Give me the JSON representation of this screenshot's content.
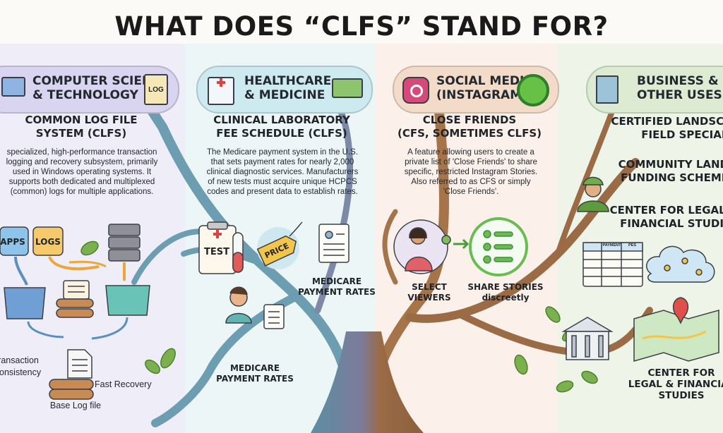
{
  "title": "WHAT DOES “CLFS” STAND FOR?",
  "colors": {
    "cs": "#d9d4ef",
    "health": "#cdeaf0",
    "social": "#f2dbc9",
    "business": "#dcebd2",
    "trunk_left": "#5b8fa3",
    "trunk_right": "#9a6b45"
  },
  "sections": {
    "cs": {
      "category_line1": "COMPUTER SCIENCE",
      "category_line2": "& TECHNOLOGY",
      "icon_badge": "LOG",
      "heading_line1": "COMMON LOG FILE",
      "heading_line2": "SYSTEM (CLFS)",
      "desc": [
        "specialized, high-performance transaction",
        "logging and recovery subsystem, primarily",
        "used in Windows operating systems. It",
        "supports both dedicated and multiplexed",
        "(common) logs for multiple applications."
      ],
      "labels": {
        "apps": "APPS",
        "logs": "LOGS",
        "transaction_line1": "Transaction",
        "transaction_line2": "Consistency",
        "fast_recovery": "Fast Recovery",
        "base_log": "Base Log file"
      }
    },
    "health": {
      "category_line1": "HEALTHCARE",
      "category_line2": "& MEDICINE",
      "heading_line1": "CLINICAL LABORATORY",
      "heading_line2": "FEE SCHEDULE (CLFS)",
      "desc": [
        "The Medicare payment system in the U.S.",
        "that sets payment rates for nearly 2,000",
        "clinical diagnostic services. Manufacturers",
        "of new tests must acquire unique HCPCS",
        "codes and present data to establish rates."
      ],
      "labels": {
        "test": "TEST",
        "price": "PRICE",
        "medicare1_line1": "MEDICARE",
        "medicare1_line2": "PAYMENT RATES",
        "medicare2_line1": "MEDICARE",
        "medicare2_line2": "PAYMENT RATES"
      }
    },
    "social": {
      "category_line1": "SOCIAL MEDIA",
      "category_line2": "(INSTAGRAM)",
      "heading_line1": "CLOSE FRIENDS",
      "heading_line2": "(CFS, SOMETIMES CLFS)",
      "desc": [
        "A feature allowing users to create a",
        "private list of 'Close Friends' to share",
        "specific, restricted Instagram Stories.",
        "Also referred to as CFS or simply",
        "'Close Friends'."
      ],
      "labels": {
        "select_line1": "SELECT",
        "select_line2": "VIEWERS",
        "share_line1": "SHARE STORIES",
        "share_line2": "discreetly"
      }
    },
    "business": {
      "category_line1": "BUSINESS &",
      "category_line2": "OTHER USES",
      "items": [
        {
          "line1": "CERTIFIED LANDSCAPE",
          "line2": "FIELD SPECIALIST"
        },
        {
          "line1": "COMMUNITY LAND",
          "line2": "FUNDING SCHEME"
        },
        {
          "line1": "CENTER FOR LEGAL &",
          "line2": "FINANCIAL STUDIES"
        }
      ],
      "table_headers": [
        "PAYMENT",
        "PES"
      ],
      "bottom_line1": "CENTER FOR",
      "bottom_line2": "LEGAL & FINANCIAL",
      "bottom_line3": "STUDIES"
    }
  }
}
